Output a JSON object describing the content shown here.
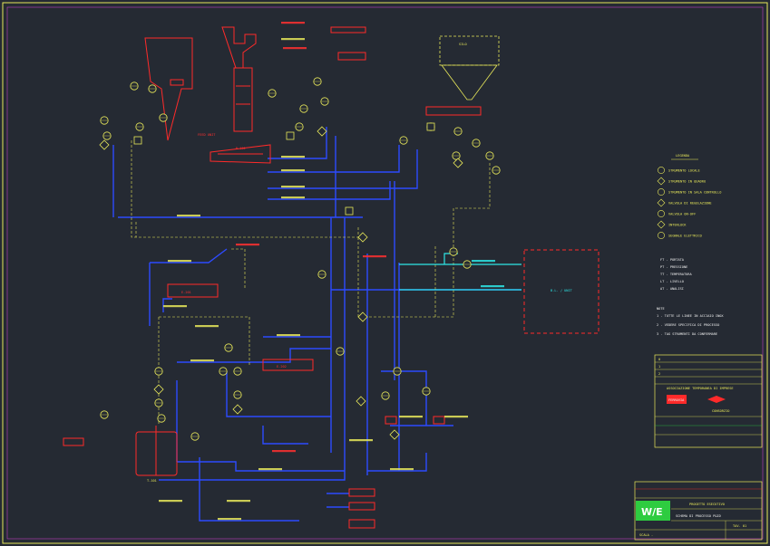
{
  "drawing": {
    "colors": {
      "background": "#252a33",
      "border": "#e8e85a",
      "process_line": "#2d4bff",
      "equipment": "#ff2a2a",
      "instrument": "#e8e85a",
      "utility_line": "#2ee6e6",
      "note_text": "#f0f0f0"
    },
    "equipment": {
      "feed_unit_label": "FEED UNIT",
      "hopper_label": "SILO",
      "tank_label": "T-101",
      "battery_limit_label": "B.L. / UNIT",
      "exchanger_1": "E-201",
      "exchanger_2": "E-202",
      "reactor_label": "R-101"
    },
    "legend": {
      "title": "LEGENDA",
      "items": [
        "STRUMENTO LOCALE",
        "STRUMENTO IN QUADRO",
        "STRUMENTO IN SALA CONTROLLO",
        "VALVOLA DI REGOLAZIONE",
        "VALVOLA ON-OFF",
        "INTERLOCK",
        "SEGNALE ELETTRICO"
      ],
      "codes": [
        "FT - PORTATA",
        "PT - PRESSIONE",
        "TT - TEMPERATURA",
        "LT - LIVELLO",
        "AT - ANALISI"
      ]
    },
    "notes": {
      "title": "NOTE",
      "lines": [
        "1 - TUTTE LE LINEE IN ACCIAIO INOX",
        "2 - VEDERE SPECIFICA DI PROCESSO",
        "3 - TAG STRUMENTI DA CONFERMARE"
      ]
    },
    "revision_block": {
      "stamp": "ASSOCIAZIONE TEMPORANEA DI IMPRESE",
      "company_a": "FERROVIA",
      "company_b": "CONSORZIO",
      "rev_rows": [
        "0",
        "1",
        "2"
      ]
    },
    "title_block": {
      "logo": "W/E",
      "project": "PROGETTO ESECUTIVO",
      "subtitle": "SCHEMA DI PROCESSO P&ID",
      "drawing_no": "TAV. 01",
      "scale": "SCALA -"
    }
  }
}
